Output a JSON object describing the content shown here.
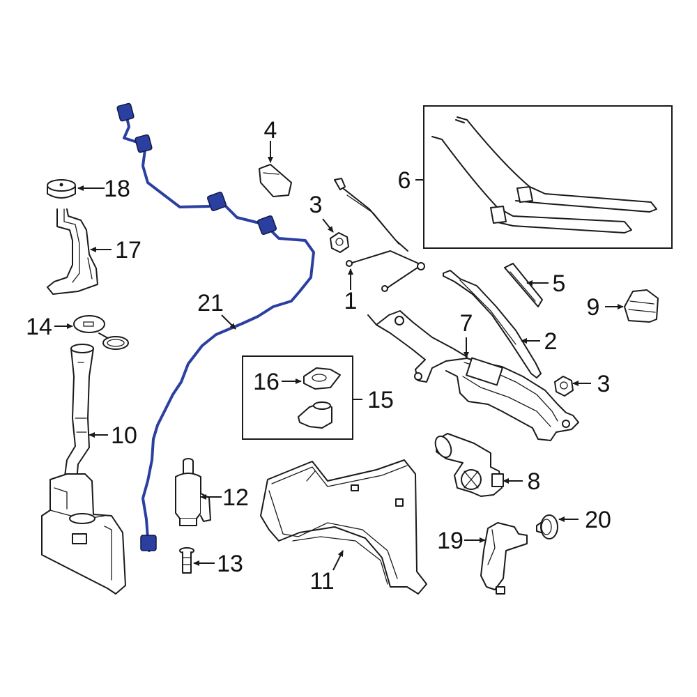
{
  "highlight_color": "#2b3fa0",
  "outline_color": "#1a1a1a",
  "background_color": "#ffffff",
  "callouts": {
    "c1": "1",
    "c2": "2",
    "c3a": "3",
    "c3b": "3",
    "c4": "4",
    "c5": "5",
    "c6": "6",
    "c7": "7",
    "c8": "8",
    "c9": "9",
    "c10": "10",
    "c11": "11",
    "c12": "12",
    "c13": "13",
    "c14": "14",
    "c15": "15",
    "c16": "16",
    "c17": "17",
    "c18": "18",
    "c19": "19",
    "c20": "20",
    "c21": "21"
  }
}
